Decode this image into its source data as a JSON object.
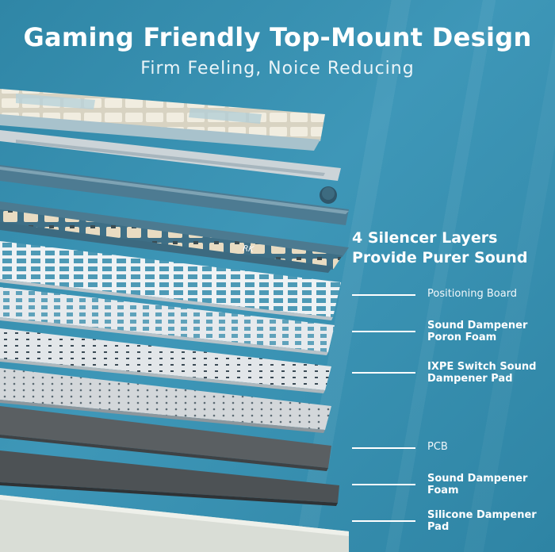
{
  "header": {
    "title": "Gaming Friendly Top-Mount Design",
    "subtitle": "Firm Feeling, Noice Reducing"
  },
  "callout": {
    "line1": "4 Silencer Layers",
    "line2": "Provide Purer Sound"
  },
  "layers": [
    {
      "line1": "Positioning Board",
      "line2": ""
    },
    {
      "line1": "Sound Dampener",
      "line2": "Poron Foam"
    },
    {
      "line1": "IXPE Switch Sound",
      "line2": "Dampener Pad"
    },
    {
      "line1": "PCB",
      "line2": ""
    },
    {
      "line1": "Sound Dampener",
      "line2": "Foam"
    },
    {
      "line1": "Silicone Dampener",
      "line2": "Pad"
    }
  ],
  "brand_mark": "RK",
  "colors": {
    "background": "#3a94b5",
    "frame": "#4a7890",
    "keycap_light": "#ece8d8",
    "keycap_blue": "#a9c6cf",
    "plate": "#e9edf0",
    "pcb": "#c6cbd0",
    "foam_dark": "#55595c"
  }
}
